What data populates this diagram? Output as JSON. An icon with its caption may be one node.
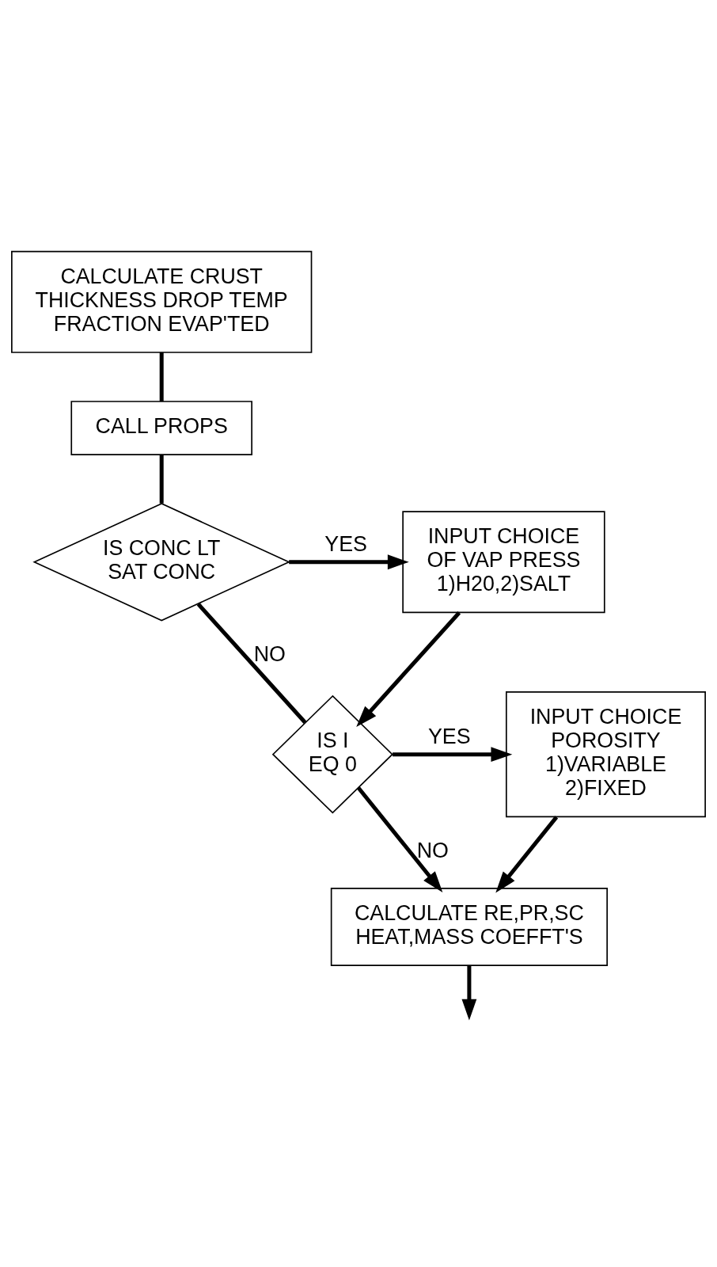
{
  "diagram": {
    "nodes": [
      {
        "text": [
          "CALCULATE CRUST THICKNESS DROP TEMP FRACTION EVAP'TED"
        ]
      },
      {
        "text": [
          "CALL PROPS"
        ]
      },
      {
        "text": [
          "IS CONC LT SAT CONC"
        ]
      },
      {
        "text": [
          "INPUT CHOICE OF VAP PRESS 1)H20,2)SALT"
        ]
      },
      {
        "text": [
          "IS I EQ 0"
        ]
      },
      {
        "text": [
          "INPUT CHOICE POROSITY 1)VARIABLE 2)FIXED"
        ]
      },
      {
        "text": [
          "CALCULATE RE,PR,SC HEAT,MASS COEFFT'S"
        ]
      }
    ],
    "edges": [
      {
        "from": 0,
        "to": 1,
        "arrow": "none"
      },
      {
        "from": 1,
        "to": 2,
        "arrow": "none"
      },
      {
        "from": 2,
        "to": 3,
        "arrow": "to",
        "label": "YES"
      },
      {
        "from": 2,
        "to": 4,
        "arrow": "none",
        "label": "NO"
      },
      {
        "from": 3,
        "to": 4,
        "arrow": "to"
      },
      {
        "from": 4,
        "to": 5,
        "arrow": "to",
        "label": "YES"
      },
      {
        "from": 4,
        "to": 6,
        "arrow": "to",
        "label": "NO"
      },
      {
        "from": 5,
        "to": 6,
        "arrow": "to"
      },
      {
        "from": 6,
        "to": null,
        "arrow": "to"
      }
    ]
  }
}
